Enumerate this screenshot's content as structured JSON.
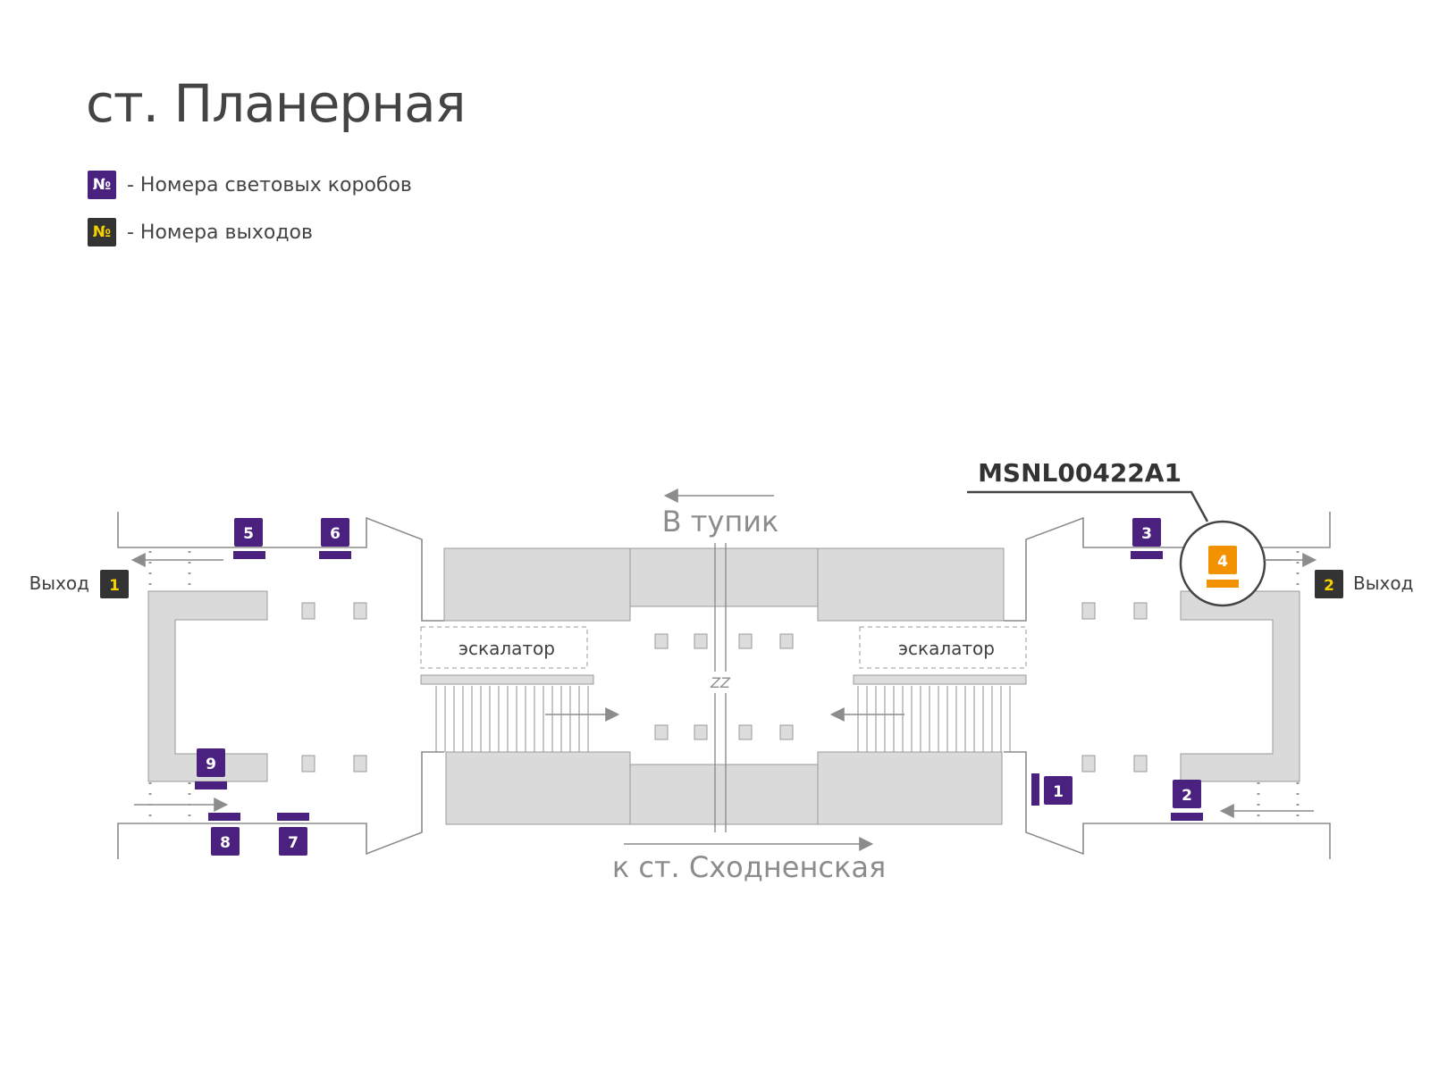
{
  "title": "ст. Планерная",
  "legend": {
    "lightbox_symbol": "№",
    "lightbox_label": "- Номера световых коробов",
    "exit_symbol": "№",
    "exit_label": "- Номера выходов"
  },
  "colors": {
    "lightbox": "#4b2180",
    "exit": "#333333",
    "exit_text": "#f5d100",
    "highlight": "#f39200",
    "structure": "#dadada",
    "line": "#8c8c8c"
  },
  "map": {
    "direction_top": "В тупик",
    "direction_bottom": "к ст. Сходненская",
    "escalator_left": "эскалатор",
    "escalator_right": "эскалатор",
    "track_break": "ZZ",
    "exit_left_label": "Выход",
    "exit_left_number": "1",
    "exit_right_label": "Выход",
    "exit_right_number": "2",
    "highlight_code": "MSNL00422A1",
    "highlight_number": "4",
    "lightboxes": {
      "b1": "1",
      "b2": "2",
      "b3": "3",
      "b5": "5",
      "b6": "6",
      "b7": "7",
      "b8": "8",
      "b9": "9"
    }
  }
}
